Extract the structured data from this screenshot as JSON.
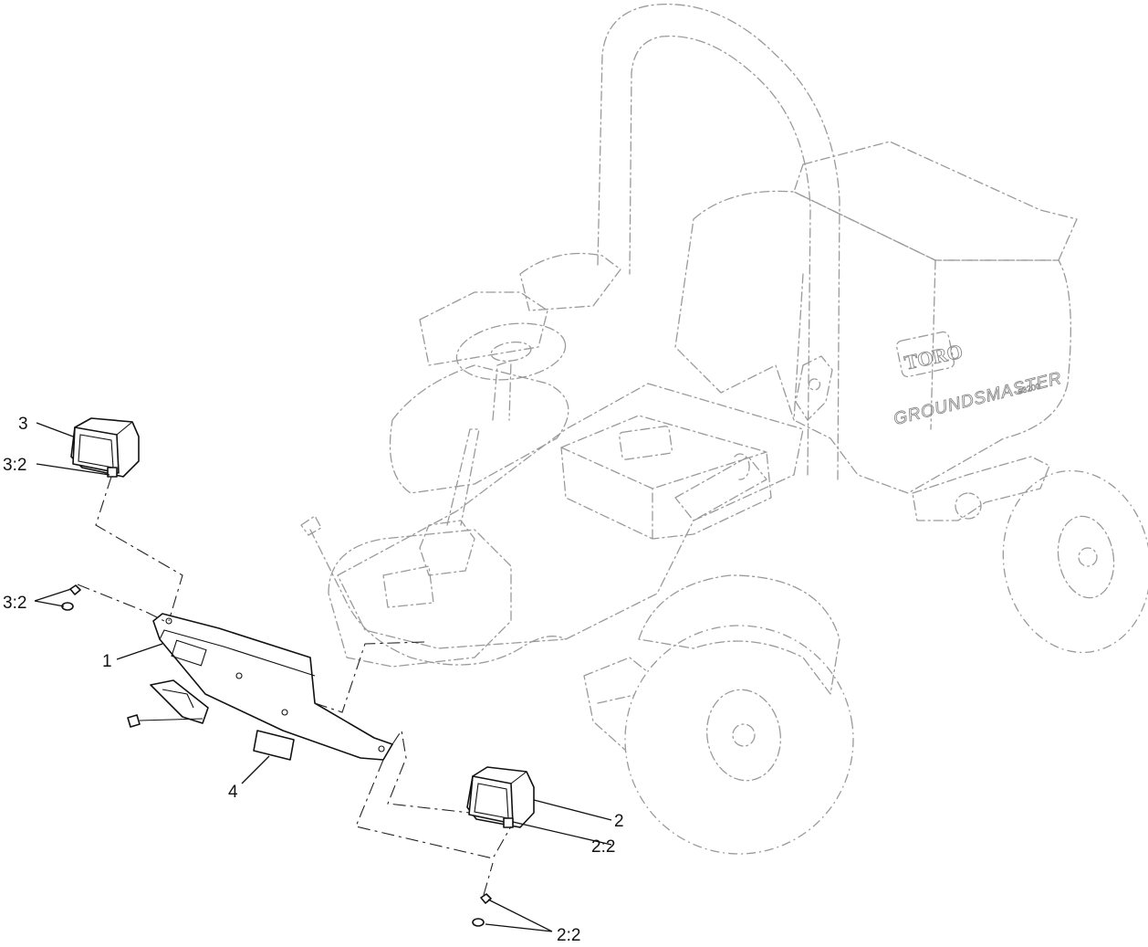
{
  "diagram": {
    "callouts": [
      {
        "id": "c-3",
        "text": "3"
      },
      {
        "id": "c-3-2-a",
        "text": "3:2"
      },
      {
        "id": "c-3-2-b",
        "text": "3:2"
      },
      {
        "id": "c-1",
        "text": "1"
      },
      {
        "id": "c-4",
        "text": "4"
      },
      {
        "id": "c-2",
        "text": "2"
      },
      {
        "id": "c-2-2-a",
        "text": "2:2"
      },
      {
        "id": "c-2-2-b",
        "text": "2:2"
      }
    ],
    "machine_decal": {
      "brand": "TORO",
      "model": "GROUNDSMASTER",
      "model_sub": "e3200"
    }
  }
}
